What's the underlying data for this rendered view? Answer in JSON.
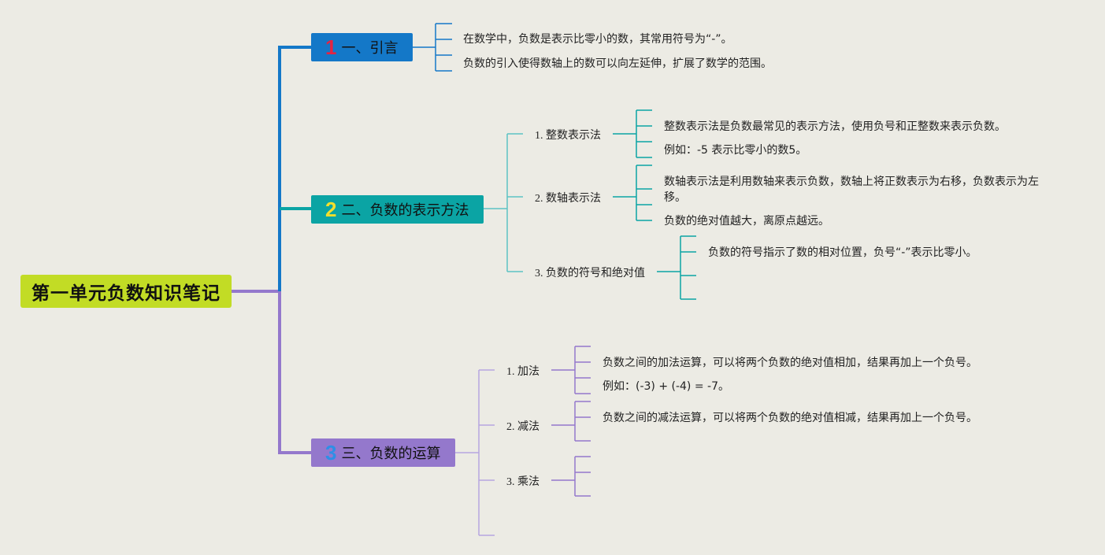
{
  "root": {
    "title": "第一单元负数知识笔记"
  },
  "sections": [
    {
      "num": "1",
      "title": "一、引言",
      "notes": [
        "在数学中，负数是表示比零小的数，其常用符号为“-”。",
        "负数的引入使得数轴上的数可以向左延伸，扩展了数学的范围。"
      ]
    },
    {
      "num": "2",
      "title": "二、负数的表示方法",
      "children": [
        {
          "num": "1.",
          "title": "整数表示法",
          "notes": [
            "整数表示法是负数最常见的表示方法，使用负号和正整数来表示负数。",
            "例如：-5 表示比零小的数5。"
          ]
        },
        {
          "num": "2.",
          "title": "数轴表示法",
          "notes": [
            "数轴表示法是利用数轴来表示负数，数轴上将正数表示为右移，负数表示为左移。",
            "负数的绝对值越大，离原点越远。"
          ]
        },
        {
          "num": "3.",
          "title": "负数的符号和绝对值",
          "notes": [
            "负数的符号指示了数的相对位置，负号“-”表示比零小。"
          ]
        }
      ]
    },
    {
      "num": "3",
      "title": "三、负数的运算",
      "children": [
        {
          "num": "1.",
          "title": "加法",
          "notes": [
            "负数之间的加法运算，可以将两个负数的绝对值相加，结果再加上一个负号。",
            "例如：(-3) + (-4) = -7。"
          ]
        },
        {
          "num": "2.",
          "title": "减法",
          "notes": [
            "负数之间的减法运算，可以将两个负数的绝对值相减，结果再加上一个负号。"
          ]
        },
        {
          "num": "3.",
          "title": "乘法",
          "notes": []
        }
      ]
    }
  ],
  "colors": {
    "root": "#c2dc25",
    "section1": "#1478c8",
    "section2": "#0ba4a4",
    "section3": "#9478cc",
    "branch2_light": "#5cc3c3",
    "branch3_light": "#b7a6e0"
  }
}
